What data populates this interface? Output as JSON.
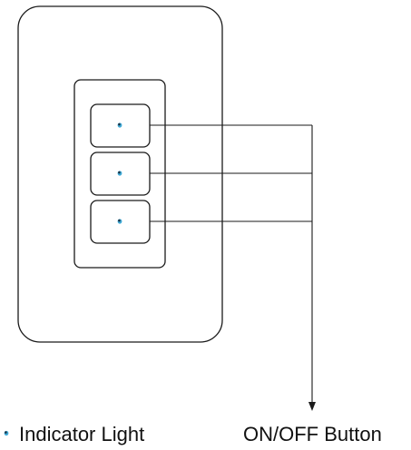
{
  "legend": {
    "indicator_label": "Indicator Light",
    "button_label": "ON/OFF Button"
  },
  "diagram": {
    "line_color": "#1a1a1a",
    "background_color": "#ffffff",
    "indicator_colors": [
      "#3fa9d6",
      "#1b2f3f"
    ],
    "button_count": 3,
    "indicator_icon": "led-dot-icon",
    "arrow_icon": "arrow-down-icon"
  }
}
